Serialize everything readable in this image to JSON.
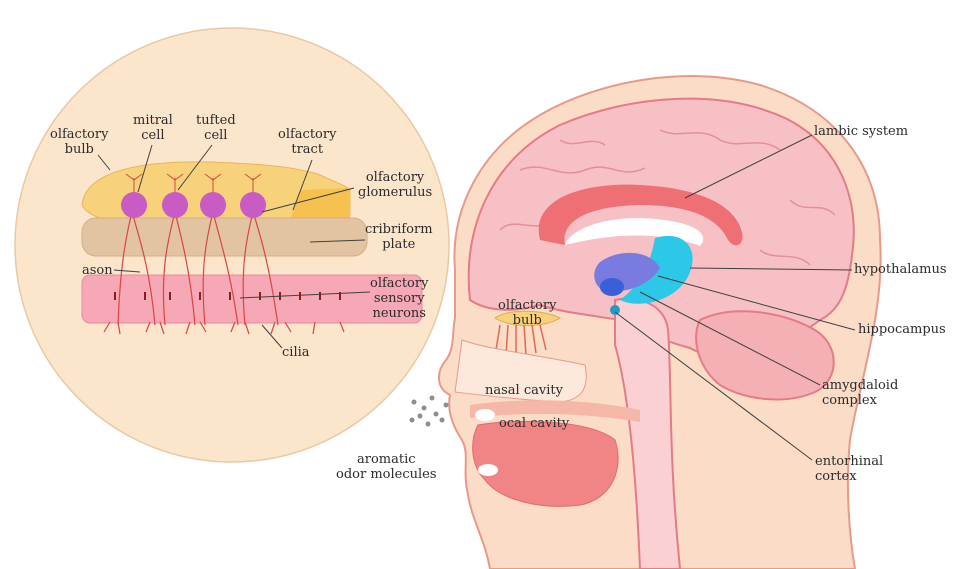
{
  "labels": {
    "olfactory_bulb_zoom": "olfactory\nbulb",
    "mitral_cell": "mitral\ncell",
    "tufted_cell": "tufted\ncell",
    "olfactory_tract": "olfactory\ntract",
    "olfactory_glomerulus": "olfactory\nglomerulus",
    "cribriform_plate": "cribriform\nplate",
    "axon": "ason",
    "olfactory_sensory_neurons": "olfactory\nsensory\nneurons",
    "cilia": "cilia",
    "limbic_system": "lambic system",
    "hypothalamus": "hypothalamus",
    "hippocampus": "hippocampus",
    "amygdaloid_complex": "amygdaloid\ncomplex",
    "entorhinal_cortex": "entorhinal\ncortex",
    "olfactory_bulb_brain": "olfactory\nbulb",
    "nasal_cavity": "nasal cavity",
    "oral_cavity": "ocal cavity",
    "aromatic_odor_molecules": "aromatic\nodor molecules"
  },
  "colors": {
    "skin": "#fbdcc6",
    "head_outline": "#e89a8a",
    "brain": "#f7c0c4",
    "brain_outline": "#e47b86",
    "limbic_arc": "#ee6f74",
    "hypothalamus": "#2dc8e8",
    "hippocampus": "#7a7be0",
    "amygdala": "#3a5fd8",
    "bulb_yellow": "#f8d27a",
    "cribriform": "#e2c4a2",
    "epithelium": "#f6a8b6",
    "mitral_cell": "#c85bc4",
    "nerve_red": "#d9463f",
    "zoom_circle": "#fbe6cc",
    "leader_line": "#404040"
  }
}
